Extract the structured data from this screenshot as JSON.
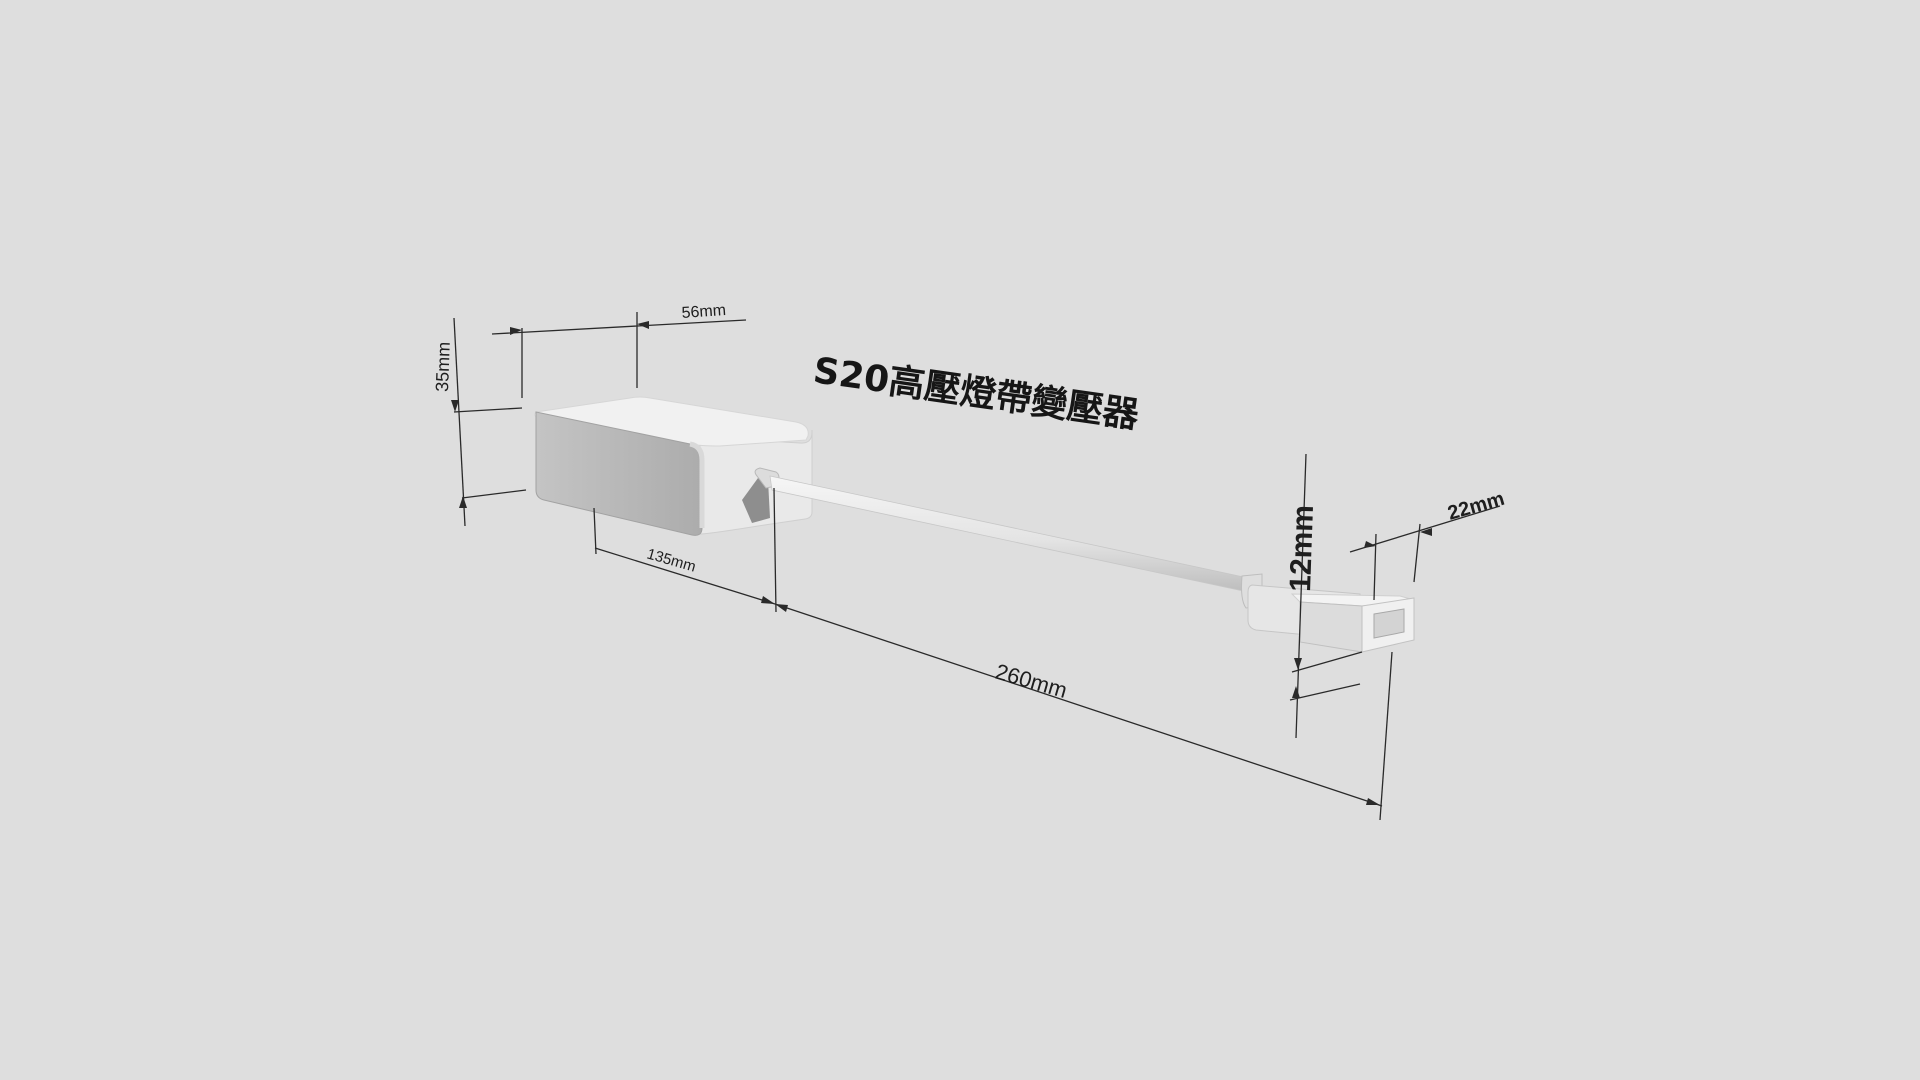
{
  "diagram": {
    "title": "S20高壓燈帶變壓器",
    "dimensions": {
      "box_depth": "56mm",
      "box_height": "35mm",
      "box_length": "135mm",
      "cable_length": "260mm",
      "plug_height": "12mm",
      "plug_width": "22mm"
    }
  },
  "colors": {
    "background": "#dedede",
    "body_front": "#b6b6b6",
    "body_side": "#ececec",
    "body_top": "#f2f2f2",
    "cable": "#e8e8e8",
    "dimension_lines": "#2a2a2a",
    "text": "#161616"
  }
}
